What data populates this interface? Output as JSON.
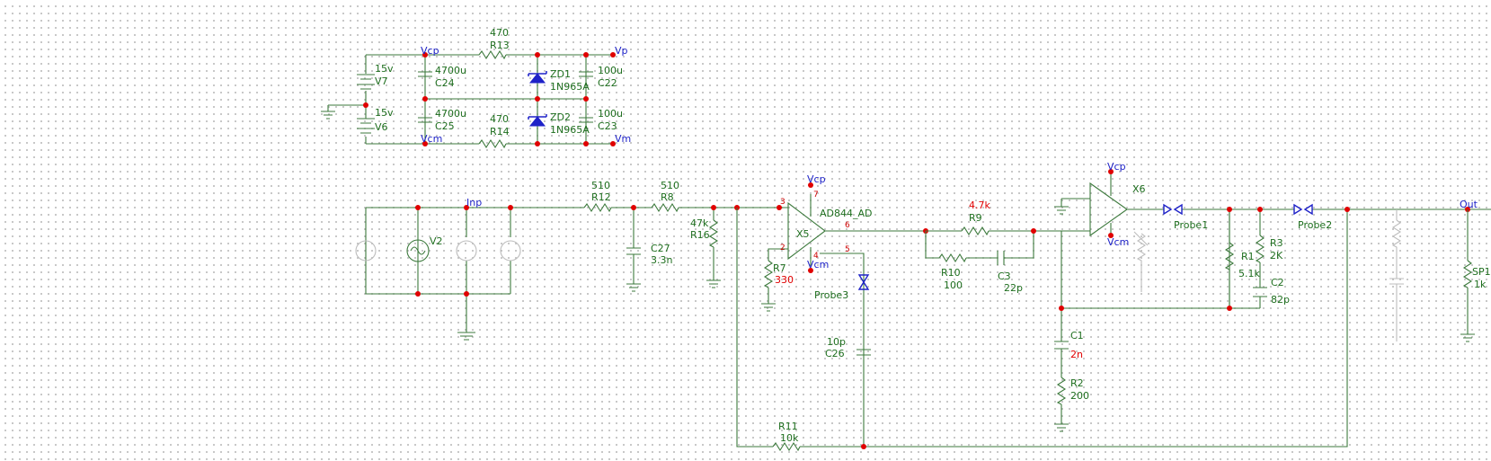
{
  "nets": {
    "vcp": "Vcp",
    "vp": "Vp",
    "vcm": "Vcm",
    "vm": "Vm",
    "inp": "Inp",
    "out": "Out"
  },
  "supply": {
    "v7": {
      "value": "15v",
      "ref": "V7"
    },
    "v6": {
      "value": "15v",
      "ref": "V6"
    },
    "c24": {
      "value": "4700u",
      "ref": "C24"
    },
    "c25": {
      "value": "4700u",
      "ref": "C25"
    },
    "r13": {
      "value": "470",
      "ref": "R13"
    },
    "r14": {
      "value": "470",
      "ref": "R14"
    },
    "zd1": {
      "ref": "ZD1",
      "part": "1N965A"
    },
    "zd2": {
      "ref": "ZD2",
      "part": "1N965A"
    },
    "c22": {
      "value": "100u",
      "ref": "C22"
    },
    "c23": {
      "value": "100u",
      "ref": "C23"
    }
  },
  "input": {
    "v2": {
      "ref": "V2"
    },
    "r12": {
      "value": "510",
      "ref": "R12"
    },
    "r8": {
      "value": "510",
      "ref": "R8"
    },
    "c27": {
      "ref": "C27",
      "value": "3.3n"
    },
    "r16": {
      "value": "47k",
      "ref": "R16"
    }
  },
  "amp1": {
    "ref": "X5",
    "part": "AD844_AD",
    "pins": {
      "p3": "3",
      "p2": "2",
      "p7": "7",
      "p6": "6",
      "p4": "4",
      "p5": "5"
    },
    "r7": {
      "ref": "R7",
      "value": "330"
    },
    "c26": {
      "value": "10p",
      "ref": "C26"
    },
    "probe": "Probe3",
    "r11": {
      "ref": "R11",
      "value": "10k"
    }
  },
  "filter": {
    "r9": {
      "value": "4.7k",
      "ref": "R9"
    },
    "r10": {
      "ref": "R10",
      "value": "100"
    },
    "c3": {
      "ref": "C3",
      "value": "22p"
    }
  },
  "amp2": {
    "ref": "X6",
    "probe1": "Probe1",
    "probe2": "Probe2",
    "r1": {
      "ref": "R1",
      "value": "5.1k"
    },
    "r3": {
      "ref": "R3",
      "value": "2K"
    },
    "c2": {
      "ref": "C2",
      "value": "82p"
    },
    "c1": {
      "ref": "C1",
      "value": "2n"
    },
    "r2": {
      "ref": "R2",
      "value": "200"
    }
  },
  "output": {
    "sp1": {
      "ref": "SP1",
      "value": "1k"
    }
  },
  "colors": {
    "wire": "#3d7a3d",
    "label": "#1e6e1e",
    "node": "#e00000",
    "net": "#1e22c8",
    "disabled": "#c7c7c7"
  }
}
